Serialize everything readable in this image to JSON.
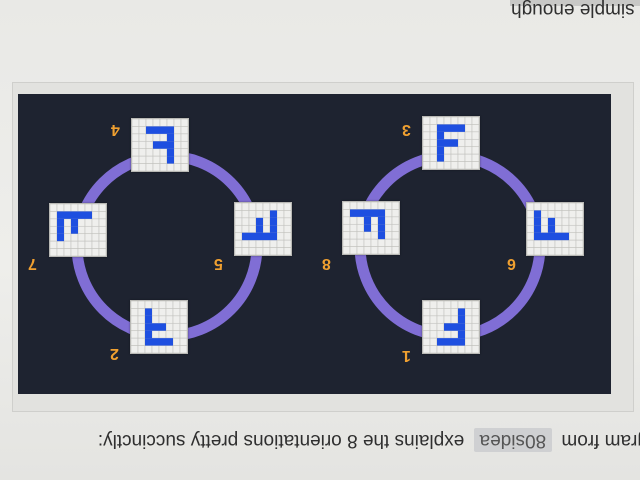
{
  "text": {
    "top_line": "ds simple enough",
    "bottom_prefix": "gram from",
    "bottom_tag": "80sidea",
    "bottom_suffix": "explains the 8 orientations pretty succinctly:"
  },
  "diagram": {
    "ring_color": "#8b77e8",
    "background": "#1e2330",
    "label_color": "#f0a030",
    "tile_color": "#1e4fe0",
    "labels": [
      "1",
      "2",
      "3",
      "4",
      "5",
      "6",
      "7",
      "8"
    ]
  }
}
